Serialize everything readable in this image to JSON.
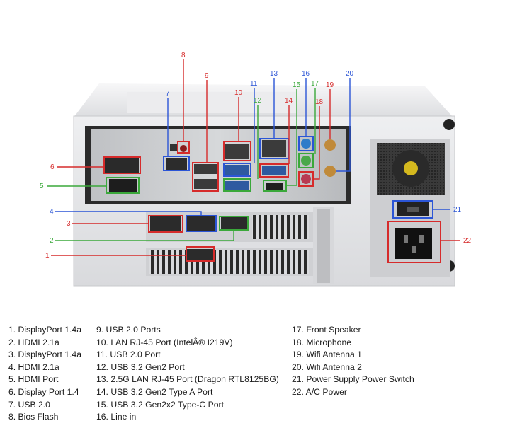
{
  "colors": {
    "red": "#d62b2b",
    "blue": "#2b55d6",
    "green": "#3aa83a",
    "chassis": "#e9eaec"
  },
  "callout_numbers": [
    "1",
    "2",
    "3",
    "4",
    "5",
    "6",
    "7",
    "8",
    "9",
    "10",
    "11",
    "12",
    "13",
    "14",
    "15",
    "16",
    "17",
    "18",
    "19",
    "20",
    "21",
    "22"
  ],
  "legend": {
    "col1": [
      "1. DisplayPort 1.4a",
      "2. HDMI 2.1a",
      "3. DisplayPort 1.4a",
      "4. HDMI 2.1a",
      "5. HDMI Port",
      "6. Display Port 1.4",
      "7. USB 2.0",
      "8. Bios Flash"
    ],
    "col2": [
      "9. USB 2.0 Ports",
      "10. LAN RJ-45 Port (IntelÂ® I219V)",
      "11. USB 2.0 Port",
      "12. USB 3.2 Gen2 Port",
      "13. 2.5G LAN RJ-45 Port (Dragon RTL8125BG)",
      "14. USB 3.2 Gen2 Type A Port",
      "15. USB 3.2 Gen2x2 Type-C Port",
      "16. Line in"
    ],
    "col3": [
      "17. Front Speaker",
      "18. Microphone",
      "19. Wifi Antenna 1",
      "20. Wifi Antenna 2",
      "21. Power Supply Power Switch",
      "22. A/C Power"
    ]
  }
}
